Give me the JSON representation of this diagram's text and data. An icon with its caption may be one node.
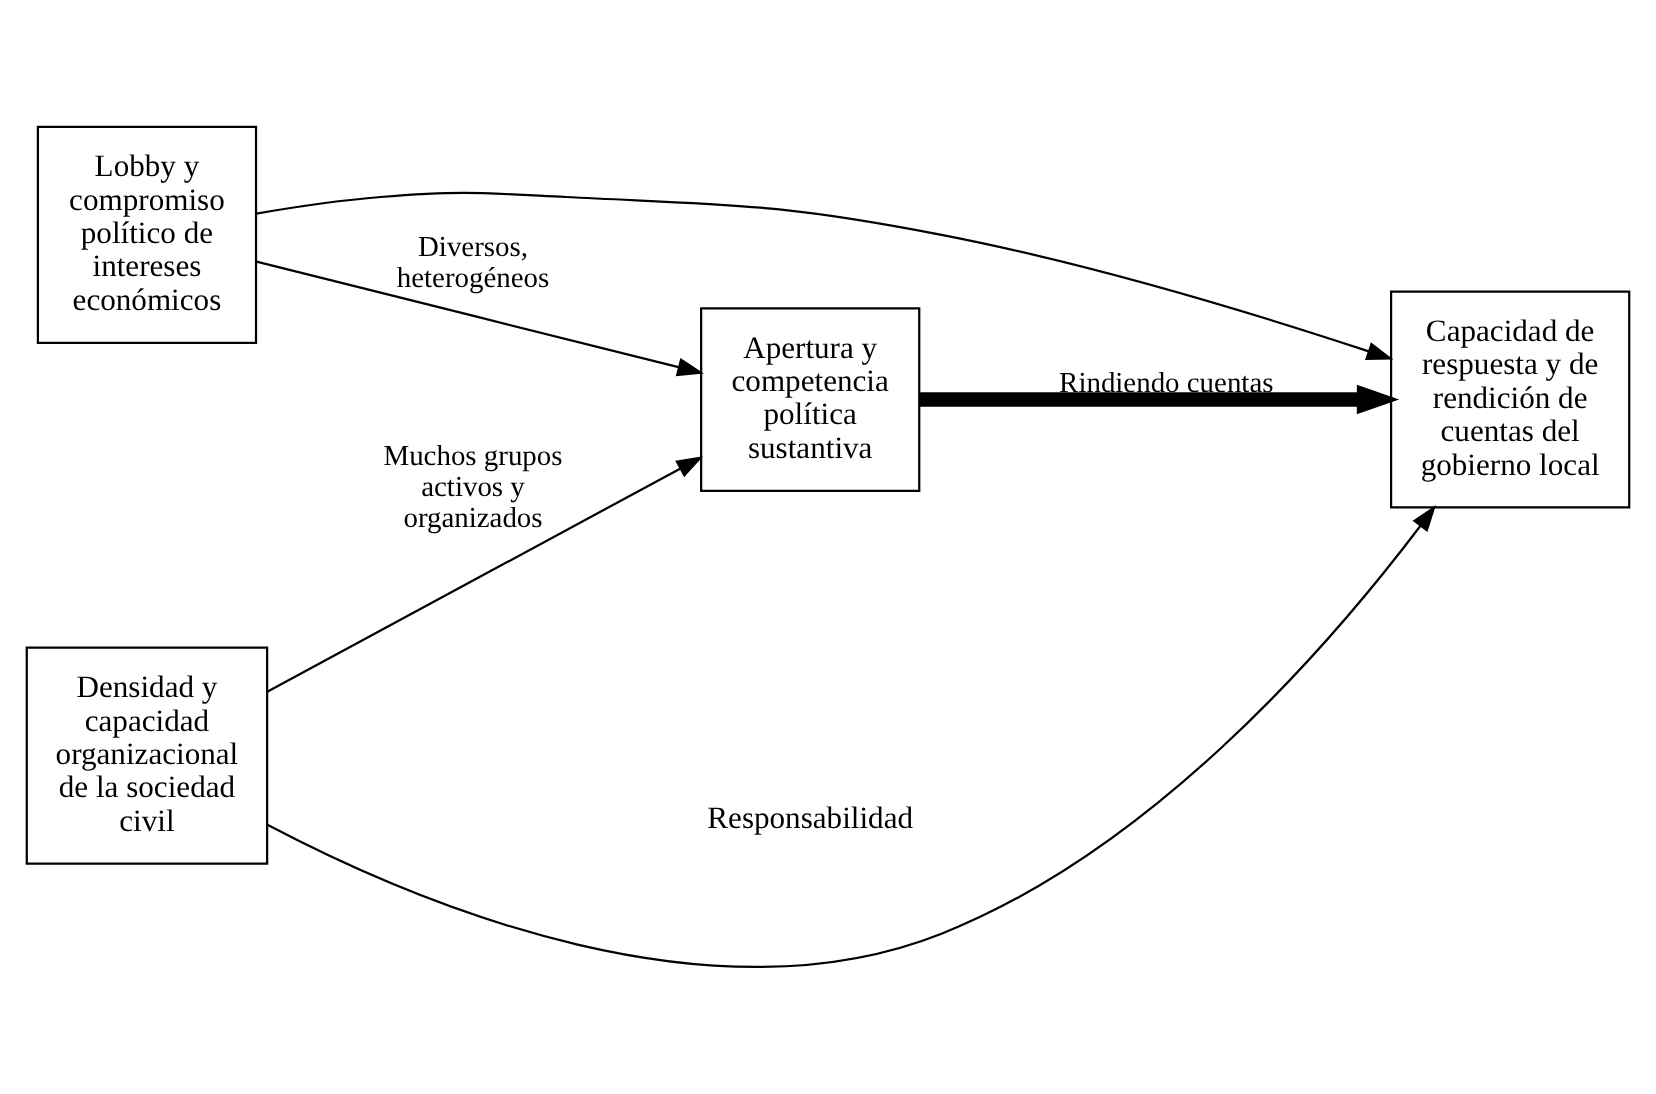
{
  "diagram": {
    "nodes": [
      {
        "text": [
          "Lobby y compromiso político de intereses económicos"
        ]
      },
      {
        "text": [
          "Apertura y competencia política sustantiva"
        ]
      },
      {
        "text": [
          "Capacidad de respuesta y de rendición de cuentas del gobierno local"
        ]
      },
      {
        "text": [
          "Densidad y capacidad organizacional de la sociedad civil"
        ]
      }
    ],
    "edges": [
      {
        "from": 0,
        "to": 1,
        "arrow": "to",
        "label": "Diversos, heterogéneos"
      },
      {
        "from": 0,
        "to": 2,
        "arrow": "to"
      },
      {
        "from": 3,
        "to": 1,
        "arrow": "to",
        "label": "Muchos grupos activos y organizados"
      },
      {
        "from": 1,
        "to": 2,
        "arrow": "to",
        "label": "Rindiendo cuentas",
        "style": "thick"
      },
      {
        "from": 3,
        "to": 2,
        "arrow": "to"
      }
    ],
    "labels": [
      "Responsabilidad"
    ]
  }
}
